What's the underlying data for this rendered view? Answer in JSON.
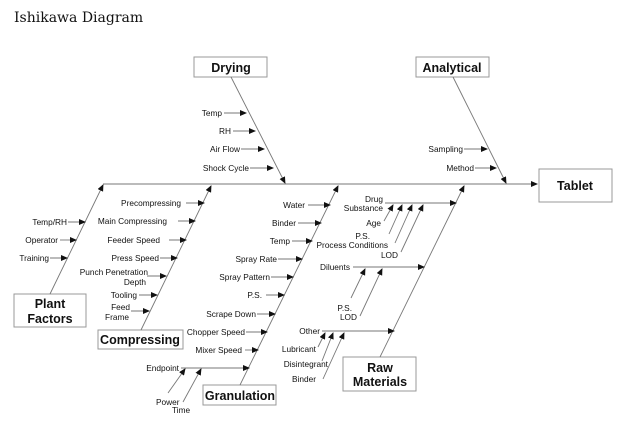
{
  "title": "Ishikawa Diagram",
  "effect": "Tablet",
  "categories": {
    "drying": {
      "label": "Drying",
      "items": [
        "Temp",
        "RH",
        "Air Flow",
        "Shock Cycle"
      ]
    },
    "analytical": {
      "label": "Analytical",
      "items": [
        "Sampling",
        "Method"
      ]
    },
    "plant_factors": {
      "label_1": "Plant",
      "label_2": "Factors",
      "items": [
        "Temp/RH",
        "Operator",
        "Training"
      ]
    },
    "compressing": {
      "label": "Compressing",
      "items": [
        "Precompressing",
        "Main Compressing",
        "Feeder Speed",
        "Press Speed",
        "Punch Penetration",
        "Depth",
        "Tooling",
        "Feed",
        "Frame"
      ]
    },
    "granulation": {
      "label": "Granulation",
      "items": [
        "Water",
        "Binder",
        "Temp",
        "Spray Rate",
        "Spray Pattern",
        "P.S.",
        "Scrape Down",
        "Chopper Speed",
        "Mixer Speed",
        "Endpoint"
      ],
      "endpoint_sub": [
        "Power",
        "Time"
      ]
    },
    "raw_materials": {
      "label_1": "Raw",
      "label_2": "Materials",
      "drug_substance": {
        "label_1": "Drug",
        "label_2": "Substance",
        "sub": [
          "Age",
          "P.S.",
          "Process Conditions",
          "LOD"
        ]
      },
      "diluents": {
        "label": "Diluents",
        "sub": [
          "P.S.",
          "LOD"
        ]
      },
      "other": {
        "label": "Other",
        "sub": [
          "Lubricant",
          "Disintegrant",
          "Binder"
        ]
      }
    }
  }
}
